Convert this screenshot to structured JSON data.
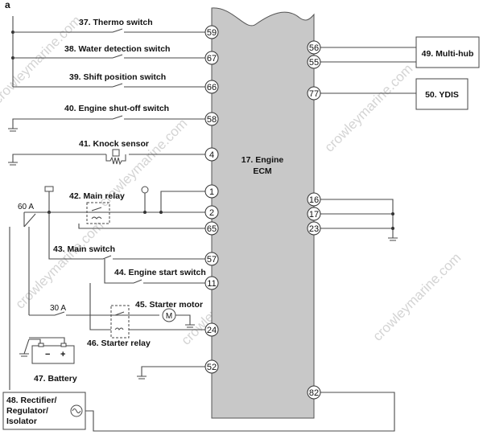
{
  "figure_label": "a",
  "ecm_label_line1": "17. Engine",
  "ecm_label_line2": "ECM",
  "left_labels": {
    "thermo": "37. Thermo switch",
    "water": "38. Water detection switch",
    "shift": "39. Shift position switch",
    "shutoff": "40. Engine shut-off switch",
    "knock": "41. Knock sensor",
    "main_relay": "42. Main relay",
    "main_switch": "43. Main switch",
    "start_switch": "44. Engine start switch",
    "starter_motor": "45. Starter motor",
    "starter_relay": "46. Starter relay",
    "battery": "47. Battery",
    "rectifier_line1": "48. Rectifier/",
    "rectifier_line2": "Regulator/",
    "rectifier_line3": "Isolator"
  },
  "right_labels": {
    "multihub": "49. Multi-hub",
    "ydis": "50. YDIS"
  },
  "fuses": {
    "main": "60 A",
    "starter": "30 A"
  },
  "battery_terminals": {
    "neg": "−",
    "pos": "+"
  },
  "motor_symbol": "M",
  "pins": {
    "p59": "59",
    "p67": "67",
    "p66": "66",
    "p58": "58",
    "p4": "4",
    "p1": "1",
    "p2": "2",
    "p65": "65",
    "p57": "57",
    "p11": "11",
    "p24": "24",
    "p52": "52",
    "p56": "56",
    "p55": "55",
    "p77": "77",
    "p16": "16",
    "p17": "17",
    "p23": "23",
    "p82": "82"
  },
  "watermarks": {
    "w1": "crowleymarine.com",
    "w2": "crowleymarine.com",
    "w3": "crowleymarine.com",
    "w4": "crowleymarine.com",
    "w5": "crowleymarine.com",
    "w6": "crowleymarine.com"
  }
}
